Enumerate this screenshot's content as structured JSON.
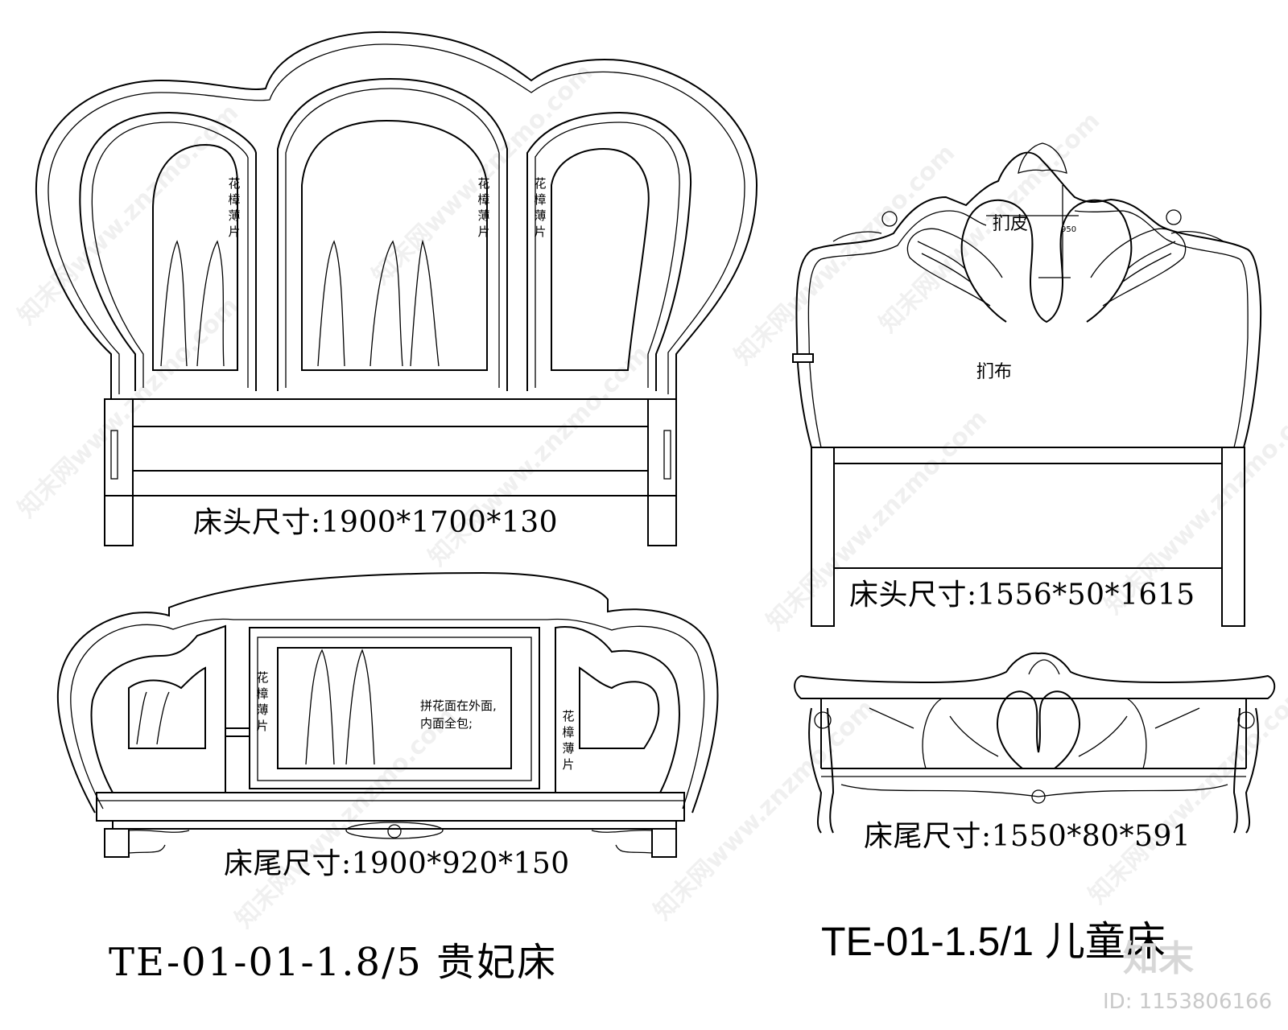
{
  "headboard_1": {
    "dimension": "床头尺寸:1900*1700*130",
    "panel_note_left": "花樟薄片",
    "panel_note_center": "花樟薄片",
    "panel_note_right": "花樟薄片"
  },
  "footboard_1": {
    "dimension": "床尾尺寸:1900*920*150",
    "panel_note_left": "花樟薄片",
    "panel_note_right": "花樟薄片",
    "center_note": "拼花面在外面,内面全包;"
  },
  "headboard_2": {
    "dimension": "床头尺寸:1556*50*1615",
    "leather_label": "扪皮",
    "fabric_label": "扪布",
    "height_mark": "950"
  },
  "footboard_2": {
    "dimension": "床尾尺寸:1550*80*591"
  },
  "title_left": "TE-01-01-1.8/5 贵妃床",
  "title_right": "TE-01-1.5/1 儿童床",
  "watermark": {
    "text": "知末网www.znzmo.com",
    "brand": "知末",
    "id": "ID: 1153806166"
  }
}
